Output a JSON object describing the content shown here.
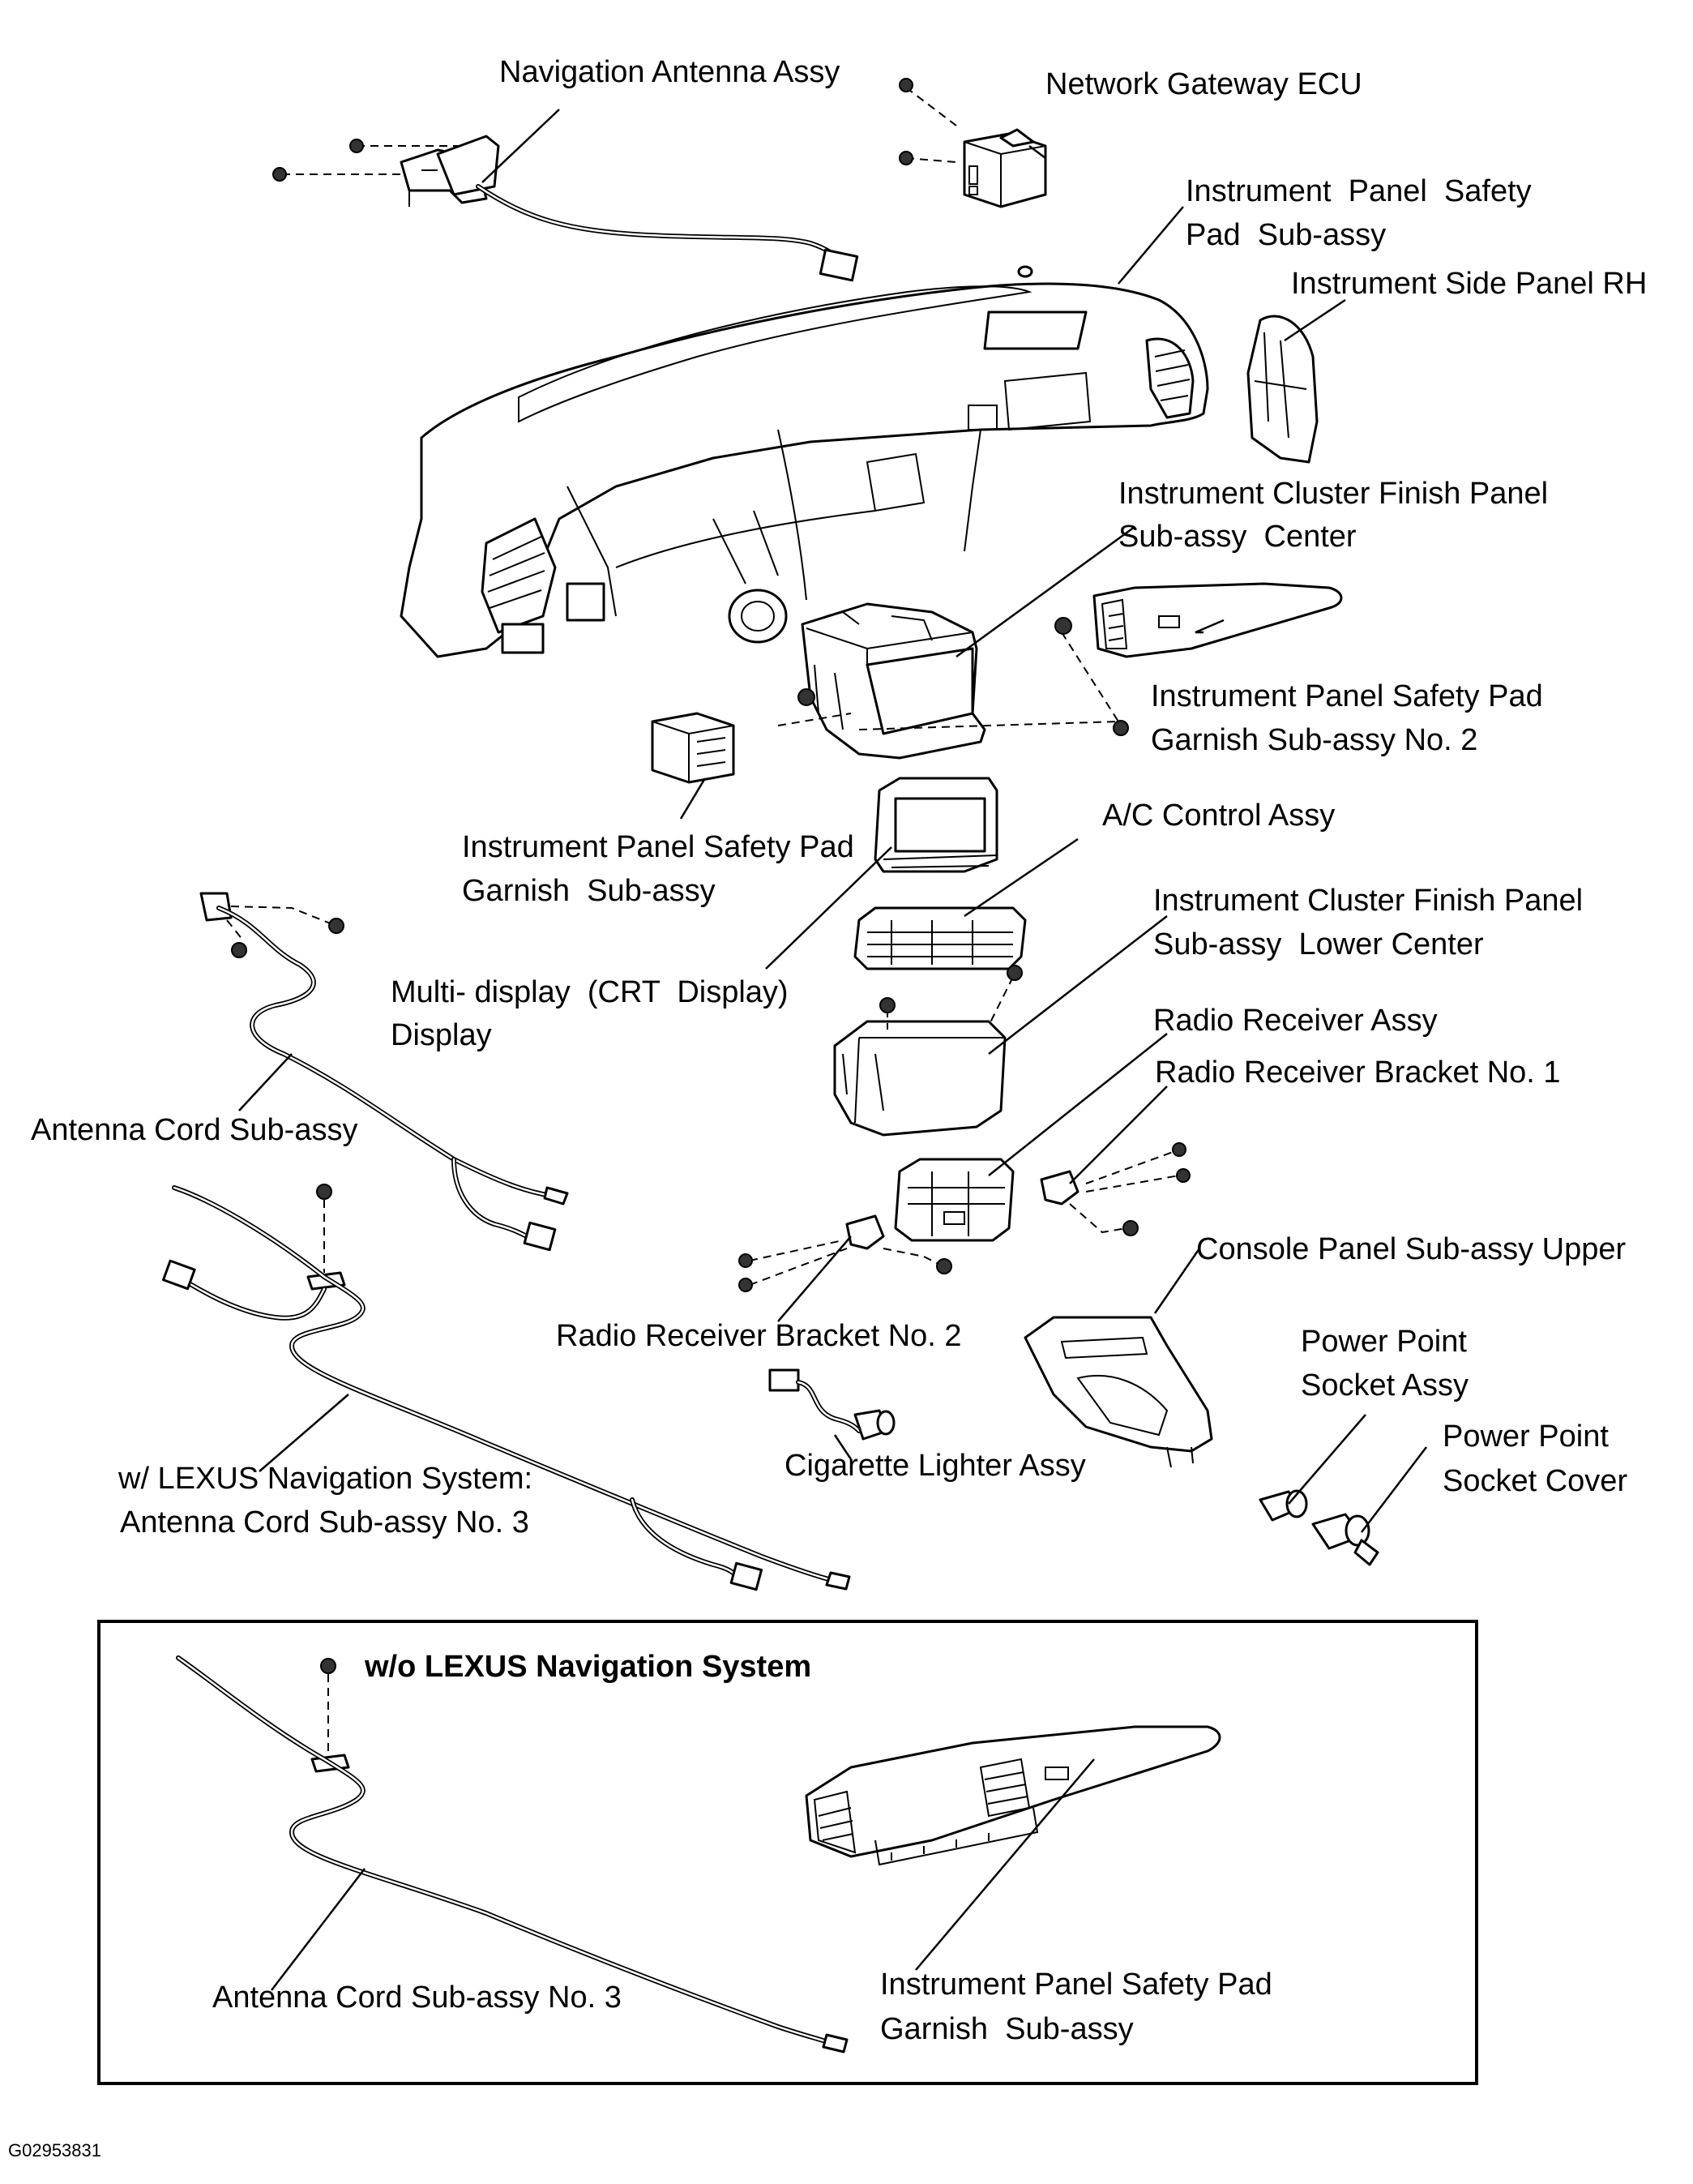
{
  "labels": {
    "navigation_antenna_assy": "Navigation Antenna Assy",
    "network_gateway_ecu": "Network Gateway ECU",
    "instrument_panel_safety_pad_sub_assy": [
      "Instrument  Panel  Safety",
      "Pad  Sub-assy"
    ],
    "instrument_side_panel_rh": "Instrument Side Panel RH",
    "instrument_cluster_finish_panel_center": [
      "Instrument Cluster Finish Panel",
      "Sub-assy  Center"
    ],
    "instrument_panel_safety_pad_garnish_no2": [
      "Instrument Panel Safety Pad",
      "Garnish Sub-assy No. 2"
    ],
    "instrument_panel_safety_pad_garnish": [
      "Instrument Panel Safety Pad",
      "Garnish  Sub-assy"
    ],
    "ac_control_assy": "A/C Control Assy",
    "instrument_cluster_finish_panel_lower_center": [
      "Instrument Cluster Finish Panel",
      "Sub-assy  Lower Center"
    ],
    "multi_display": [
      "Multi- display  (CRT  Display)",
      "Display"
    ],
    "radio_receiver_assy": "Radio Receiver Assy",
    "radio_receiver_bracket_no1": "Radio Receiver Bracket No. 1",
    "antenna_cord_sub_assy": "Antenna Cord Sub-assy",
    "console_panel_sub_assy_upper": "Console Panel Sub-assy Upper",
    "radio_receiver_bracket_no2": "Radio Receiver Bracket No. 2",
    "power_point_socket_assy": [
      "Power Point",
      "Socket Assy"
    ],
    "power_point_socket_cover": [
      "Power Point",
      "Socket Cover"
    ],
    "cigarette_lighter_assy": "Cigarette Lighter Assy",
    "antenna_cord_no3_with_nav": [
      "w/ LEXUS Navigation System:",
      "Antenna Cord Sub-assy No. 3"
    ]
  },
  "inset": {
    "title": "w/o LEXUS Navigation System",
    "antenna_cord_no3": "Antenna Cord Sub-assy No. 3",
    "instrument_panel_safety_pad_garnish": [
      "Instrument Panel Safety Pad",
      "Garnish  Sub-assy"
    ]
  },
  "figure_code": "G02953831"
}
